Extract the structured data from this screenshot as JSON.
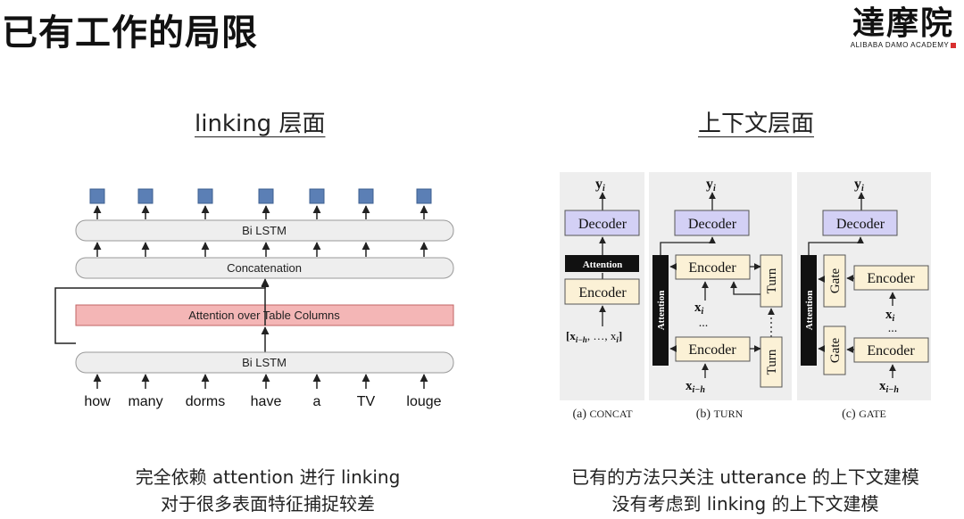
{
  "title": "已有工作的局限",
  "logo": {
    "chinese": "達摩院",
    "english": "ALIBABA DAMO ACADEMY"
  },
  "left_panel": {
    "heading": "linking 层面",
    "top_lstm": "Bi LSTM",
    "concatenation": "Concatenation",
    "attention": "Attention over Table Columns",
    "bottom_lstm": "Bi LSTM",
    "words": [
      "how",
      "many",
      "dorms",
      "have",
      "a",
      "TV",
      "louge"
    ],
    "caption_line1": "完全依赖 attention 进行 linking",
    "caption_line2": "对于很多表面特征捕捉较差"
  },
  "right_panel": {
    "heading": "上下文层面",
    "concat": {
      "output": "y",
      "output_sub": "i",
      "decoder": "Decoder",
      "attention": "Attention",
      "encoder": "Encoder",
      "input_main": "[x",
      "input_sub": "i−h",
      "input_tail": ", …, x",
      "input_sub2": "i",
      "input_end": "]",
      "caption_prefix": "(a) ",
      "caption_name": "CONCAT"
    },
    "turn": {
      "output": "y",
      "output_sub": "i",
      "decoder": "Decoder",
      "attention": "Attention",
      "encoder_top": "Encoder",
      "encoder_bottom": "Encoder",
      "turn_top": "Turn",
      "turn_bottom": "Turn",
      "x_top": "x",
      "x_top_sub": "i",
      "ellipsis": "...",
      "x_bottom": "x",
      "x_bottom_sub": "i−h",
      "caption_prefix": "(b) ",
      "caption_name": "TURN"
    },
    "gate": {
      "output": "y",
      "output_sub": "i",
      "decoder": "Decoder",
      "attention": "Attention",
      "gate_top": "Gate",
      "gate_bottom": "Gate",
      "encoder_top": "Encoder",
      "encoder_bottom": "Encoder",
      "x_top": "x",
      "x_top_sub": "i",
      "ellipsis": "...",
      "x_bottom": "x",
      "x_bottom_sub": "i−h",
      "caption_prefix": "(c) ",
      "caption_name": "GATE"
    },
    "caption_line1": "已有的方法只关注 utterance 的上下文建模",
    "caption_line2": "没有考虑到 linking 的上下文建模"
  },
  "colors": {
    "output_square": "#5b7fb5",
    "lstm_box": "#eeeeee",
    "attention_box": "#f4b6b6",
    "decoder_fill": "#d3d0f5",
    "encoder_fill": "#fbf1d6",
    "panel_bg": "#eeeeee",
    "attention_bar": "#111111",
    "logo_red": "#d93030"
  }
}
